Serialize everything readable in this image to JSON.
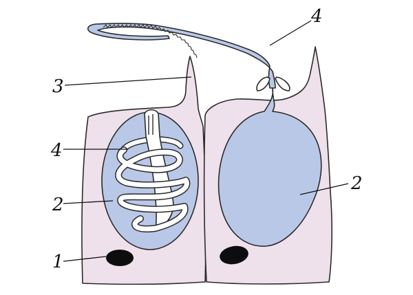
{
  "labels": {
    "nucleus_left": "1",
    "capsule_left": "2",
    "cnidocil": "3",
    "thread_coiled": "4",
    "capsule_right": "2",
    "thread_discharged": "4"
  },
  "colors": {
    "cell_fill": "#efe1ec",
    "capsule_fill": "#bac8e8",
    "nucleus_fill": "#0d0d0d",
    "outline": "#2a2a2a",
    "thread_fill": "#ffffff"
  }
}
